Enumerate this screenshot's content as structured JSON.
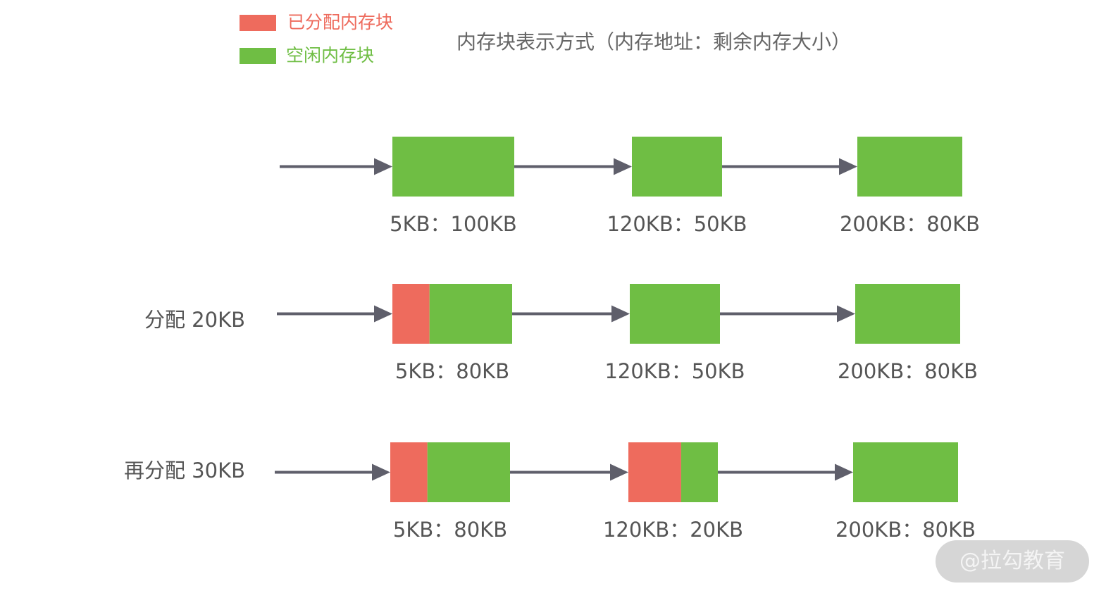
{
  "legend": [
    {
      "label": "已分配内存块",
      "color": "#ee6b5d"
    },
    {
      "label": "空闲内存块",
      "color": "#6fbe44"
    }
  ],
  "title": "内存块表示方式（内存地址：剩余内存大小）",
  "colors": {
    "allocated": "#ee6b5d",
    "free": "#6fbe44",
    "arrow": "#5f5f6b",
    "text": "#555555"
  },
  "rows": [
    {
      "label": "",
      "blocks": [
        {
          "caption": "5KB：100KB",
          "allocated_fraction": 0
        },
        {
          "caption": "120KB：50KB",
          "allocated_fraction": 0
        },
        {
          "caption": "200KB：80KB",
          "allocated_fraction": 0
        }
      ]
    },
    {
      "label": "分配 20KB",
      "blocks": [
        {
          "caption": "5KB：80KB",
          "allocated_fraction": 0.31
        },
        {
          "caption": "120KB：50KB",
          "allocated_fraction": 0
        },
        {
          "caption": "200KB：80KB",
          "allocated_fraction": 0
        }
      ]
    },
    {
      "label": "再分配 30KB",
      "blocks": [
        {
          "caption": "5KB：80KB",
          "allocated_fraction": 0.31
        },
        {
          "caption": "120KB：20KB",
          "allocated_fraction": 0.59
        },
        {
          "caption": "200KB：80KB",
          "allocated_fraction": 0
        }
      ]
    }
  ],
  "watermark": "@拉勾教育"
}
